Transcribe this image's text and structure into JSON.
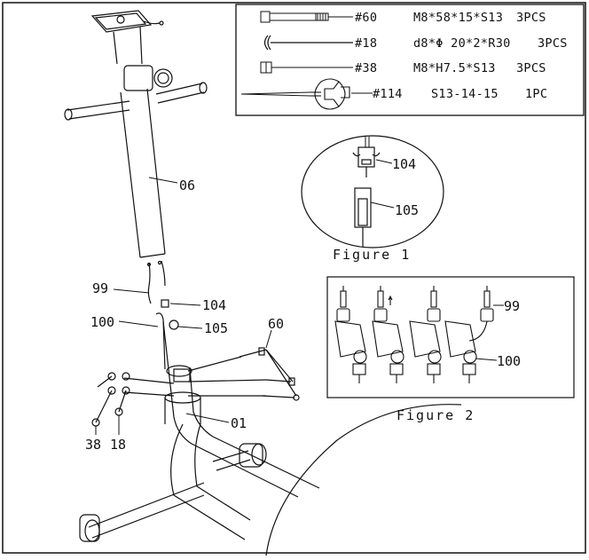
{
  "parts_list": [
    {
      "part_number": "#60",
      "spec": "M8*58*15*S13",
      "quantity": "3PCS",
      "icon": "bolt-icon"
    },
    {
      "part_number": "#18",
      "spec": "d8*Φ 20*2*R30",
      "quantity": "3PCS",
      "icon": "curved-washer-icon"
    },
    {
      "part_number": "#38",
      "spec": "M8*H7.5*S13",
      "quantity": "3PCS",
      "icon": "nut-icon"
    },
    {
      "part_number": "#114",
      "spec": "S13-14-15",
      "quantity": "1PC",
      "icon": "wrench-screwdriver-icon"
    }
  ],
  "figure1": {
    "caption": "Figure 1",
    "callouts": {
      "top": "104",
      "bottom": "105"
    }
  },
  "figure2": {
    "caption": "Figure 2",
    "callouts": {
      "top": "99",
      "bottom": "100"
    }
  },
  "main_callouts": {
    "post": "06",
    "sensor_wire": "99",
    "top_connector": "104",
    "tension_cable": "100",
    "bottom_connector": "105",
    "bolts": "60",
    "frame": "01",
    "nuts": "38",
    "washers": "18"
  }
}
